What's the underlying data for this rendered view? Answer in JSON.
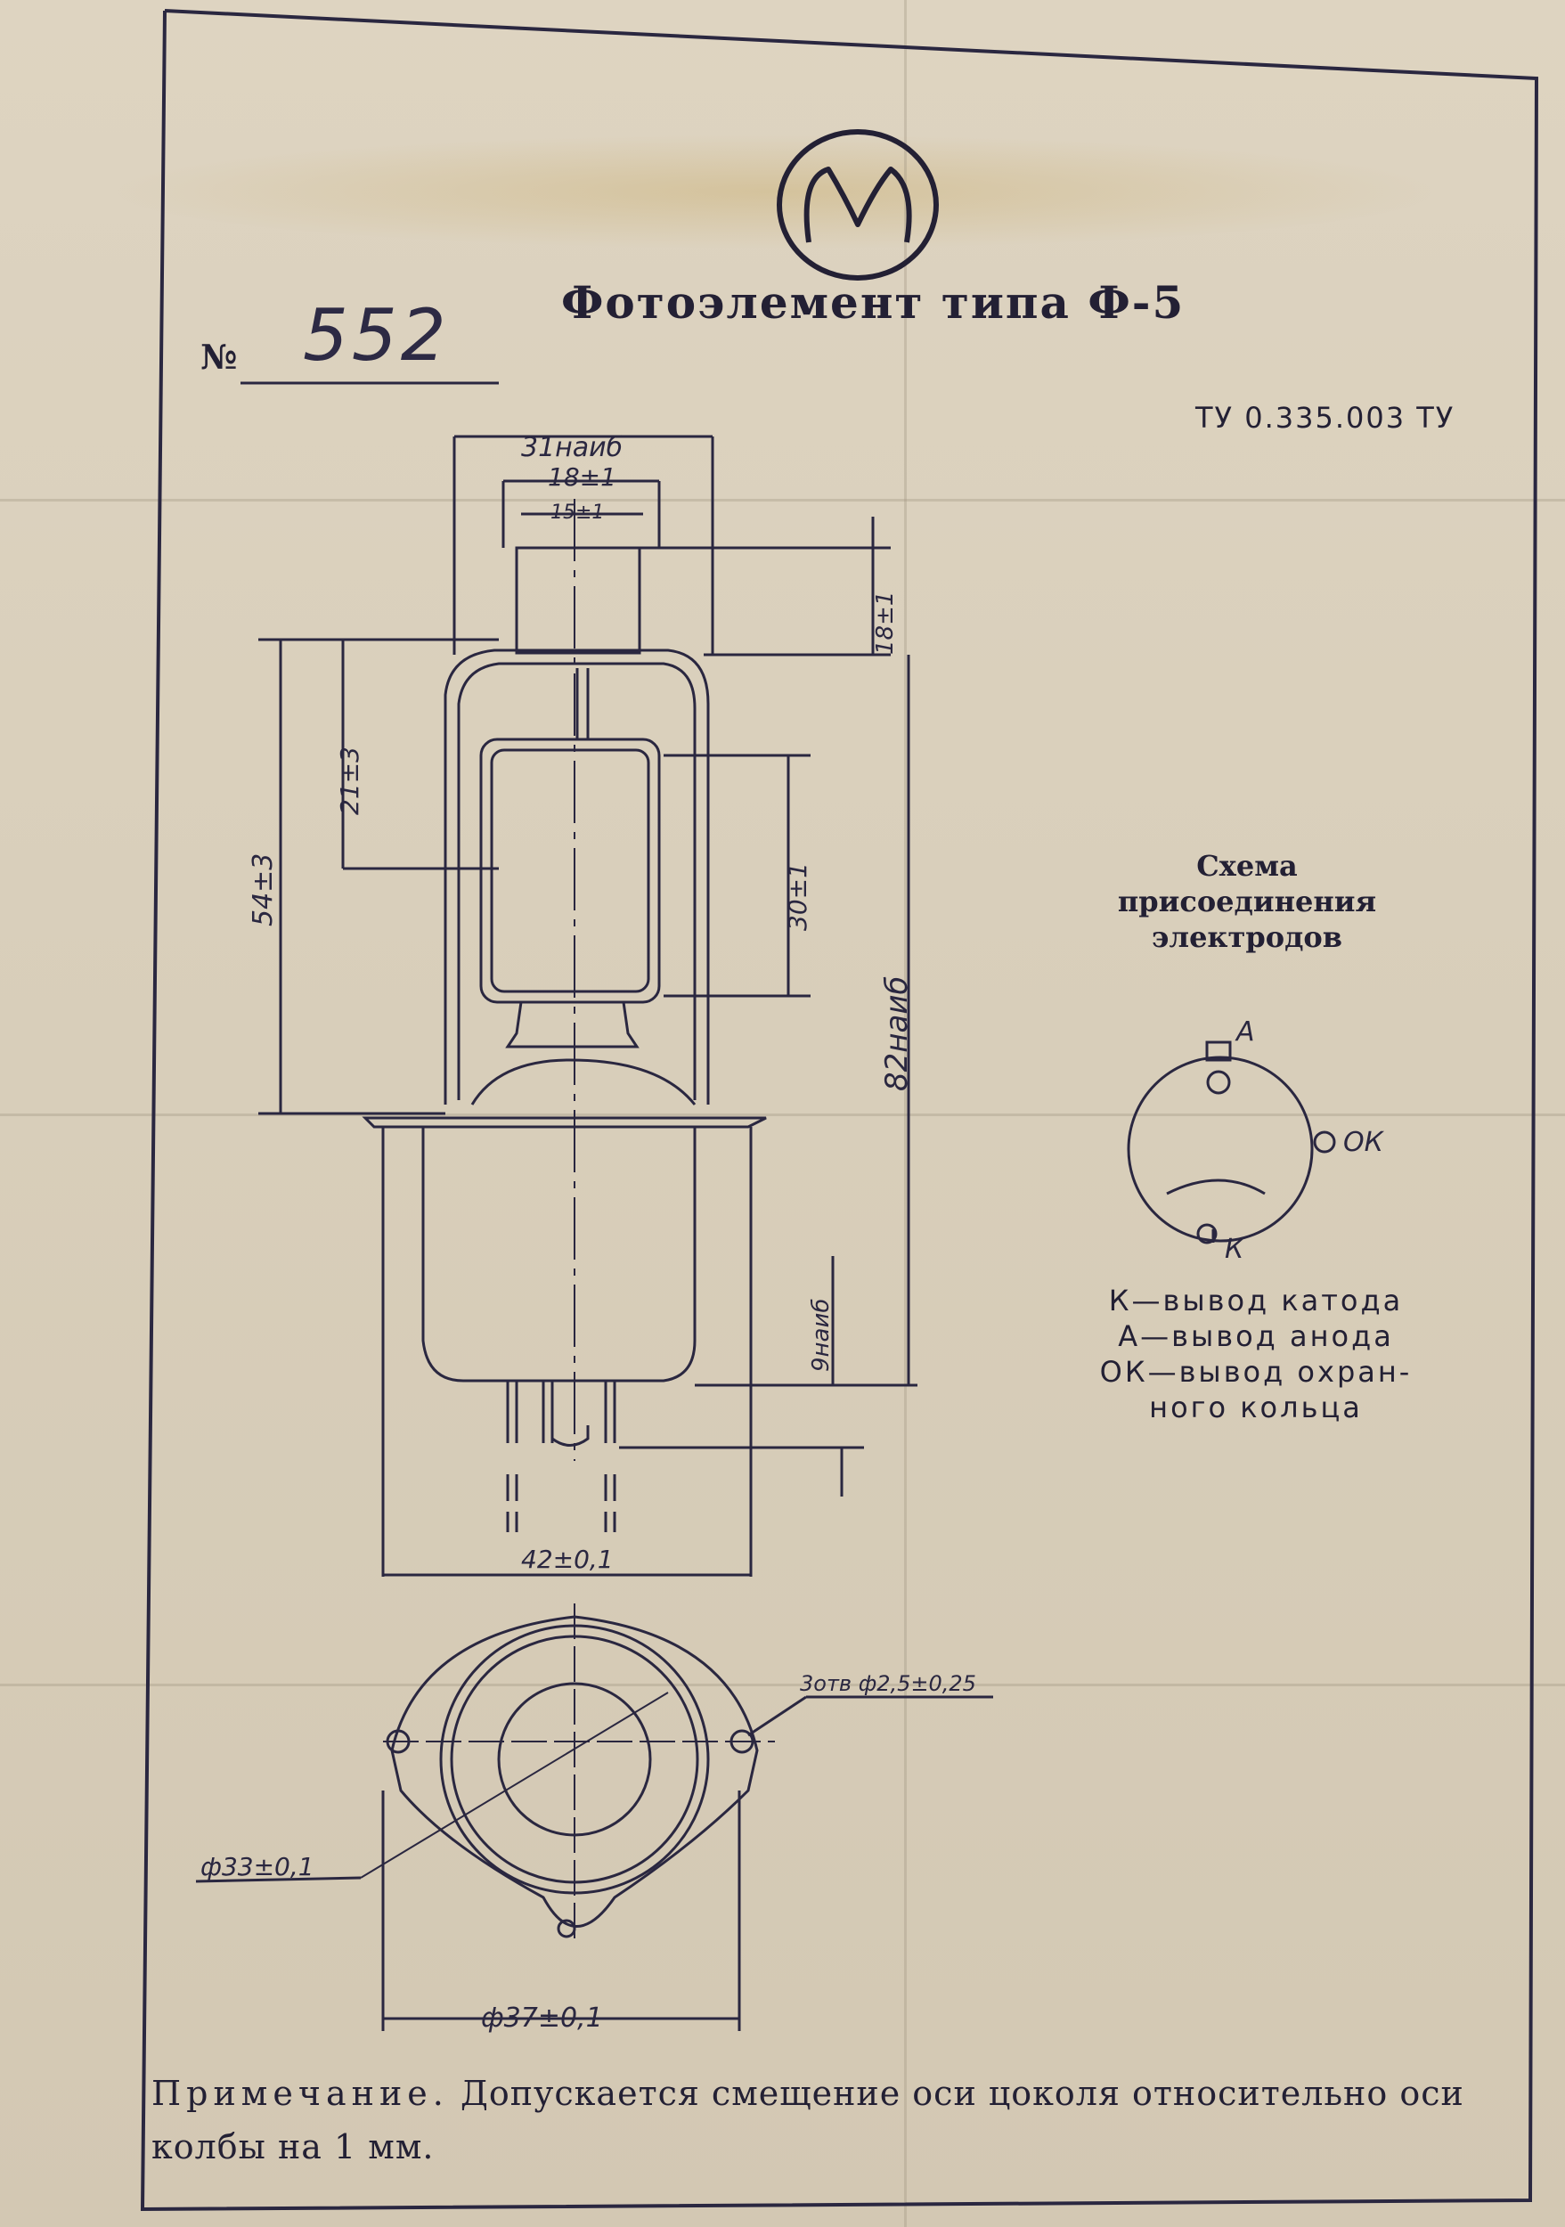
{
  "document": {
    "title": "Фотоэлемент типа Ф-5",
    "number_label": "№",
    "number_value": "552",
    "tu_code": "ТУ 0.335.003 ТУ"
  },
  "dimensions": {
    "top_width": "31наиб",
    "top_inner": "18±1",
    "top_cap": "15±1",
    "cap_height": "18±1",
    "left_upper": "21±3",
    "left_total": "54±3",
    "inner_height": "30±1",
    "total_height": "82наиб",
    "base_height": "9наиб",
    "base_width": "42±0,1",
    "holes": "3отв ф2,5±0,25",
    "inner_diameter": "ф33±0,1",
    "outer_diameter": "ф37±0,1"
  },
  "schema": {
    "title_lines": [
      "Схема",
      "присоединения",
      "электродов"
    ],
    "pin_labels": {
      "anode": "А",
      "guard": "ОК",
      "cathode": "К"
    },
    "legend": [
      "К—вывод катода",
      "А—вывод анода",
      "ОК—вывод охран-",
      "ного кольца"
    ]
  },
  "note": {
    "label": "Примечание.",
    "text": "Допускается смещение оси цоколя относительно оси колбы на 1 мм."
  },
  "colors": {
    "ink": "#232034",
    "paper": "#d9cfbb"
  },
  "icons": [
    "factory-logo-m-icon"
  ]
}
